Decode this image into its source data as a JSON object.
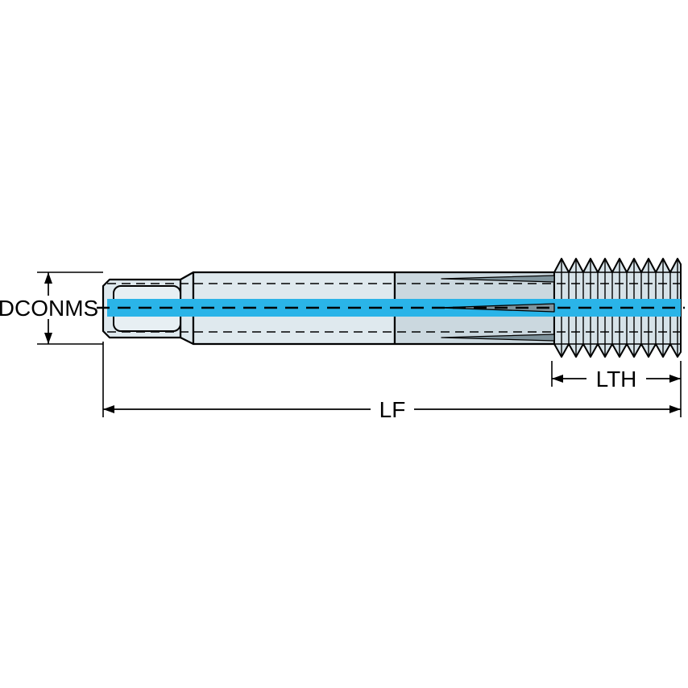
{
  "diagram": {
    "labels": {
      "shank_diameter": "DCONMS",
      "thread_length": "LTH",
      "functional_length": "LF"
    },
    "colors": {
      "outline": "#000000",
      "background": "#ffffff",
      "body_fill": "#dfe9ee",
      "flute_fill": "#cbd8df",
      "thread_fill": "#d6e2e8",
      "inner_square_fill": "#e7eff3",
      "lobe_fill": "#7f939c",
      "highlight_stripe": "#2ab4e8"
    }
  }
}
